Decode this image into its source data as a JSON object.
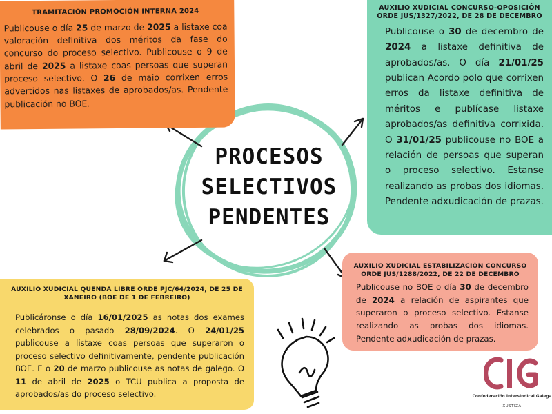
{
  "center": {
    "line1": "PROCESOS",
    "line2": "SELECTIVOS",
    "line3": "PENDENTES"
  },
  "cards": {
    "tramitacion": {
      "title": "TRAMITACIÓN PROMOCIÓN INTERNA 2024",
      "p1": "Publicouse o día ",
      "b1": "25",
      "p2": " de marzo de ",
      "b2": "2025",
      "p3": " a listaxe coa valoración definitiva dos méritos da fase do concurso do proceso selectivo. Publicouse o 9 de abril de ",
      "b3": "2025",
      "p4": " a listaxe coas persoas que superan proceso selectivo. O ",
      "b4": "26",
      "p5": " de maio corrixen erros advertidos nas listaxes de aprobados/as. Pendente publicación no BOE.",
      "color": "#f5883f"
    },
    "concurso_oposicion": {
      "title": "AUXILIO XUDICIAL CONCURSO-OPOSICIÓN ORDE JUS/1327/2022, DE 28 DE DECEMBRO",
      "p1": "Publicouse o ",
      "b1": "30",
      "p2": " de decembro de ",
      "b2": "2024",
      "p3": " a listaxe definitiva de aprobados/as. O día ",
      "b3": "21/01/25",
      "p4": " publican Acordo polo que corrixen erros da listaxe definitiva de méritos e publícase listaxe aprobados/as definitiva corrixida. O ",
      "b4": "31/01/25",
      "p5": " publicouse no BOE a relación de persoas que superan o proceso selectivo. Estanse realizando as probas dos idiomas. Pendente adxudicación de prazas.",
      "color": "#7fd6b6"
    },
    "estabilizacion": {
      "title": "AUXILIO XUDICIAL ESTABILIZACIÓN CONCURSO ORDE JUS/1288/2022, DE 22 DE DECEMBRO",
      "p1": "Publicouse no BOE o día ",
      "b1": "30",
      "p2": " de decembro de ",
      "b2": "2024",
      "p3": " a relación de aspirantes que superaron o proceso selectivo. Estanse realizando as probas dos idiomas. Pendente adxudicación de prazas.",
      "color": "#f6a896"
    },
    "quenda_libre": {
      "title": "AUXILIO XUDICIAL QUENDA LIBRE ORDE PJC/64/2024, DE 25 DE XANEIRO (BOE DE 1 DE FEBREIRO)",
      "p1": "Publicáronse o día ",
      "b1": "16/01/2025",
      "p2": " as notas dos exames celebrados o pasado ",
      "b2": "28/09/2024",
      "p3": ". O ",
      "b3": "24/01/25",
      "p4": " publicouse a listaxe coas persoas que superaron o proceso selectivo definitivamente, pendente publicación BOE. E o ",
      "b4": "20",
      "p5": " de marzo publicouse as notas de galego. O ",
      "b5": "11",
      "p6": " de abril de ",
      "b6": "2025",
      "p7": " o TCU publica a proposta de aprobados/as do proceso selectivo.",
      "color": "#f8d86c"
    }
  },
  "logo": {
    "mark": "CIG",
    "name": "Confederación Intersindical Galega",
    "sub": "XUSTIZA",
    "color": "#b5485f"
  },
  "icons": {
    "arrows": "arrow-icon",
    "bulb": "lightbulb-icon",
    "circle": "circle-scribble-icon"
  }
}
